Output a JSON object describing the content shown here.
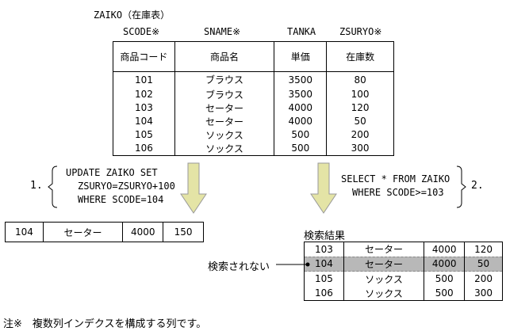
{
  "title": "ZAIKO（在庫表）",
  "columns": [
    {
      "name": "SCODE※",
      "label": "商品コード"
    },
    {
      "name": "SNAME※",
      "label": "商品名"
    },
    {
      "name": "TANKA",
      "label": "単価"
    },
    {
      "name": "ZSURYO※",
      "label": "在庫数"
    }
  ],
  "rows": [
    [
      "101",
      "ブラウス",
      "3500",
      "80"
    ],
    [
      "102",
      "ブラウス",
      "3500",
      "100"
    ],
    [
      "103",
      "セーター",
      "4000",
      "120"
    ],
    [
      "104",
      "セーター",
      "4000",
      "50"
    ],
    [
      "105",
      "ソックス",
      "500",
      "200"
    ],
    [
      "106",
      "ソックス",
      "500",
      "300"
    ]
  ],
  "update": {
    "number": "1.",
    "lines": [
      "UPDATE ZAIKO SET",
      "ZSURYO=ZSURYO+100",
      "WHERE SCODE=104"
    ],
    "result": [
      "104",
      "セーター",
      "4000",
      "150"
    ]
  },
  "select": {
    "number": "2.",
    "lines": [
      "SELECT * FROM ZAIKO",
      "WHERE SCODE>=103"
    ],
    "result_title": "検索結果",
    "result": [
      [
        "103",
        "セーター",
        "4000",
        "120"
      ],
      [
        "104",
        "セーター",
        "4000",
        "50"
      ],
      [
        "105",
        "ソックス",
        "500",
        "200"
      ],
      [
        "106",
        "ソックス",
        "500",
        "300"
      ]
    ],
    "not_found_label": "検索されない"
  },
  "note": "注※　複数列インデクスを構成する列です。",
  "colors": {
    "arrow": "#e4e4a6",
    "highlight": "#b8b8b8"
  }
}
